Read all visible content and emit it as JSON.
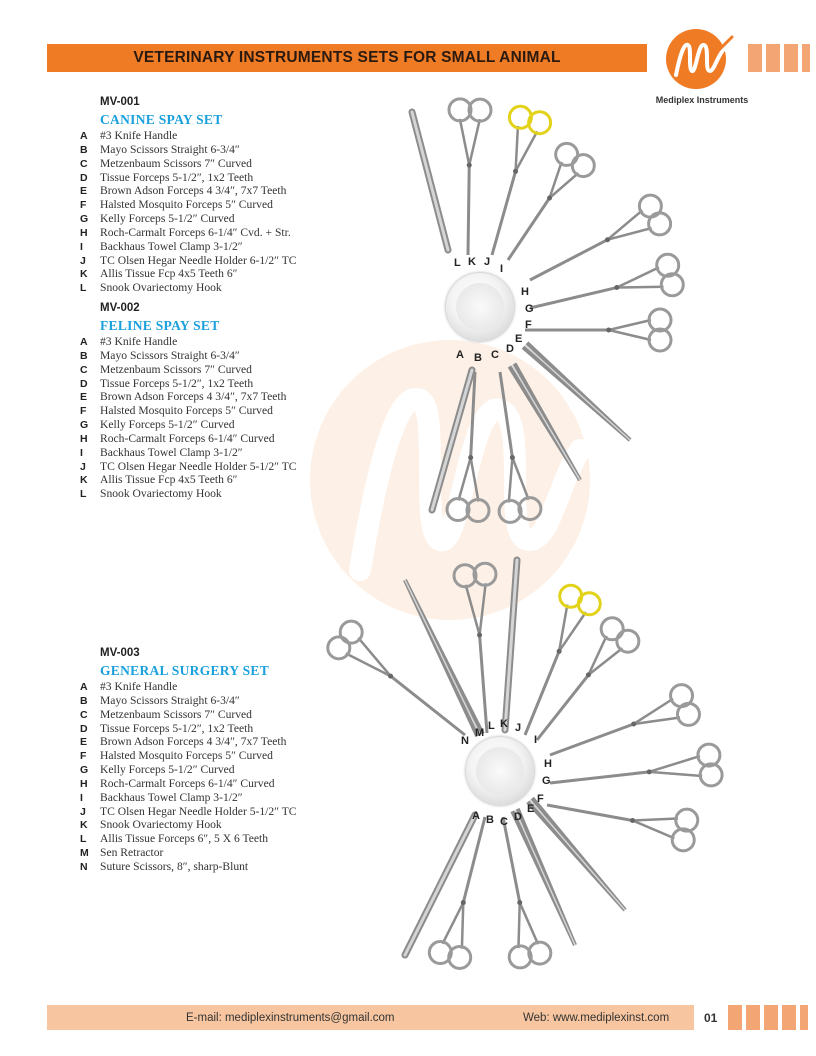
{
  "header": {
    "title": "VETERINARY INSTRUMENTS SETS FOR SMALL ANIMAL",
    "company": "Mediplex Instruments",
    "brand_color": "#f07b25"
  },
  "sets": [
    {
      "code": "MV-001",
      "title": "CANINE SPAY SET",
      "items": [
        {
          "letter": "A",
          "text": "#3 Knife Handle"
        },
        {
          "letter": "B",
          "text": "Mayo Scissors Straight 6-3/4″"
        },
        {
          "letter": "C",
          "text": "Metzenbaum Scissors 7″ Curved"
        },
        {
          "letter": "D",
          "text": "Tissue Forceps 5-1/2″, 1x2 Teeth"
        },
        {
          "letter": "E",
          "text": "Brown Adson Forceps 4 3/4″, 7x7 Teeth"
        },
        {
          "letter": "F",
          "text": "Halsted Mosquito Forceps 5″ Curved"
        },
        {
          "letter": "G",
          "text": "Kelly Forceps 5-1/2″ Curved"
        },
        {
          "letter": "H",
          "text": "Roch-Carmalt Forceps 6-1/4″ Cvd. + Str."
        },
        {
          "letter": "I",
          "text": "Backhaus Towel Clamp 3-1/2″"
        },
        {
          "letter": "J",
          "text": "TC Olsen Hegar Needle Holder 6-1/2″ TC"
        },
        {
          "letter": "K",
          "text": "Allis Tissue Fcp 4x5 Teeth 6″"
        },
        {
          "letter": "L",
          "text": "Snook Ovariectomy Hook"
        }
      ]
    },
    {
      "code": "MV-002",
      "title": "FELINE SPAY SET",
      "items": [
        {
          "letter": "A",
          "text": "#3 Knife Handle"
        },
        {
          "letter": "B",
          "text": "Mayo Scissors Straight 6-3/4″"
        },
        {
          "letter": "C",
          "text": "Metzenbaum Scissors 7″ Curved"
        },
        {
          "letter": "D",
          "text": "Tissue Forceps 5-1/2″, 1x2 Teeth"
        },
        {
          "letter": "E",
          "text": "Brown Adson Forceps 4 3/4″, 7x7 Teeth"
        },
        {
          "letter": "F",
          "text": "Halsted Mosquito Forceps 5″ Curved"
        },
        {
          "letter": "G",
          "text": "Kelly Forceps 5-1/2″ Curved"
        },
        {
          "letter": "H",
          "text": "Roch-Carmalt Forceps 6-1/4″ Curved"
        },
        {
          "letter": "I",
          "text": "Backhaus Towel Clamp 3-1/2″"
        },
        {
          "letter": "J",
          "text": "TC Olsen Hegar Needle Holder 5-1/2″ TC"
        },
        {
          "letter": "K",
          "text": "Allis Tissue Fcp 4x5 Teeth 6″"
        },
        {
          "letter": "L",
          "text": "Snook Ovariectomy Hook"
        }
      ]
    },
    {
      "code": "MV-003",
      "title": "GENERAL SURGERY SET",
      "items": [
        {
          "letter": "A",
          "text": "#3 Knife Handle"
        },
        {
          "letter": "B",
          "text": "Mayo Scissors Straight 6-3/4″"
        },
        {
          "letter": "C",
          "text": "Metzenbaum Scissors 7″ Curved"
        },
        {
          "letter": "D",
          "text": "Tissue Forceps 5-1/2″, 1x2 Teeth"
        },
        {
          "letter": "E",
          "text": "Brown Adson Forceps 4 3/4″, 7x7 Teeth"
        },
        {
          "letter": "F",
          "text": "Halsted Mosquito Forceps 5″ Curved"
        },
        {
          "letter": "G",
          "text": "Kelly Forceps 5-1/2″ Curved"
        },
        {
          "letter": "H",
          "text": "Roch-Carmalt Forceps 6-1/4″ Curved"
        },
        {
          "letter": "I",
          "text": "Backhaus Towel Clamp 3-1/2″"
        },
        {
          "letter": "J",
          "text": "TC Olsen Hegar Needle Holder 5-1/2″ TC"
        },
        {
          "letter": "K",
          "text": "Snook Ovariectomy Hook"
        },
        {
          "letter": "L",
          "text": "Allis Tissue Forceps 6″, 5 X 6 Teeth"
        },
        {
          "letter": "M",
          "text": "Sen Retractor"
        },
        {
          "letter": "N",
          "text": "Suture Scissors, 8″,  sharp-Blunt"
        }
      ]
    }
  ],
  "figure1_labels": [
    "A",
    "B",
    "C",
    "D",
    "E",
    "F",
    "G",
    "H",
    "I",
    "J",
    "K",
    "L"
  ],
  "figure2_labels": [
    "A",
    "B",
    "C",
    "D",
    "E",
    "F",
    "G",
    "H",
    "I",
    "J",
    "K",
    "L",
    "M",
    "N"
  ],
  "footer": {
    "email": "E-mail: mediplexinstruments@gmail.com",
    "web": "Web:  www.mediplexinst.com",
    "page": "01"
  }
}
